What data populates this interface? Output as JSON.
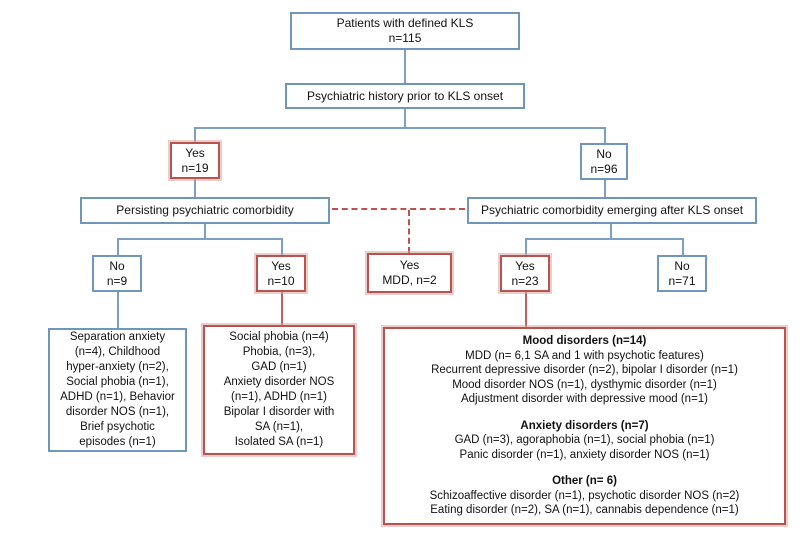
{
  "colors": {
    "blue_border": "#7096bc",
    "red_border": "#b85450",
    "blue_line": "#7ba0c4",
    "red_line": "#c0615d",
    "dashed_red": "#c0504d"
  },
  "nodes": {
    "root": {
      "line1": "Patients with defined KLS",
      "line2": "n=115"
    },
    "history": {
      "label": "Psychiatric history prior to KLS onset"
    },
    "prior_yes": {
      "line1": "Yes",
      "line2": "n=19"
    },
    "prior_no": {
      "line1": "No",
      "line2": "n=96"
    },
    "persisting": {
      "label": "Persisting psychiatric comorbidity"
    },
    "emerging": {
      "label": "Psychiatric comorbidity emerging after KLS onset"
    },
    "persisting_no": {
      "line1": "No",
      "line2": "n=9"
    },
    "persisting_yes": {
      "line1": "Yes",
      "line2": "n=10"
    },
    "mdd": {
      "line1": "Yes",
      "line2": "MDD, n=2"
    },
    "emerging_yes": {
      "line1": "Yes",
      "line2": "n=23"
    },
    "emerging_no": {
      "line1": "No",
      "line2": "n=71"
    },
    "prior_detail": {
      "lines": [
        "Separation anxiety",
        "(n=4), Childhood",
        "hyper-anxiety (n=2),",
        "Social phobia (n=1),",
        "ADHD (n=1), Behavior",
        "disorder NOS (n=1),",
        "Brief psychotic",
        "episodes (n=1)"
      ]
    },
    "persisting_detail": {
      "lines": [
        "Social phobia (n=4)",
        "Phobia, (n=3),",
        "GAD (n=1)",
        "Anxiety disorder NOS",
        "(n=1), ADHD (n=1)",
        "Bipolar I disorder with",
        "SA (n=1),",
        "Isolated SA (n=1)"
      ]
    },
    "emerging_detail": {
      "sections": [
        {
          "title": "Mood disorders (n=14)",
          "lines": [
            "MDD (n= 6,1 SA and 1 with psychotic features)",
            "Recurrent depressive disorder (n=2), bipolar I disorder (n=1)",
            "Mood disorder NOS (n=1), dysthymic disorder (n=1)",
            "Adjustment disorder with depressive mood (n=1)"
          ]
        },
        {
          "title": "Anxiety disorders (n=7)",
          "lines": [
            "GAD (n=3), agoraphobia (n=1), social phobia (n=1)",
            "Panic disorder (n=1), anxiety disorder NOS (n=1)"
          ]
        },
        {
          "title": "Other (n= 6)",
          "lines": [
            "Schizoaffective disorder (n=1), psychotic disorder NOS (n=2)",
            "Eating disorder (n=2), SA (n=1), cannabis dependence (n=1)"
          ]
        }
      ]
    }
  }
}
